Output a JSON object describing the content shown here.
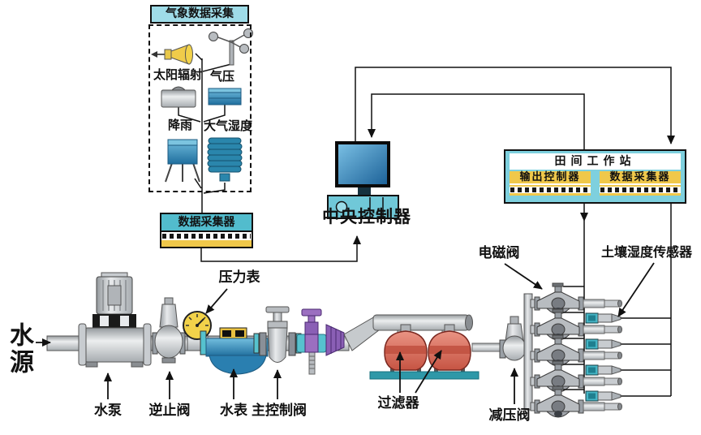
{
  "weather_station": {
    "title": "气象数据采集",
    "solar_label": "太阳辐射",
    "air_pressure_label": "气压",
    "rain_label": "降雨",
    "humidity_label": "大气湿度"
  },
  "data_logger": {
    "label": "数据采集器"
  },
  "central_controller": {
    "label": "中央控制器"
  },
  "field_station": {
    "title": "田间工作站",
    "output_controller_label": "输出控制器",
    "data_collector_label": "数据采集器"
  },
  "pipeline": {
    "water_source_label": "水源",
    "pump_label": "水泵",
    "check_valve_label": "逆止阀",
    "pressure_gauge_label": "压力表",
    "water_meter_label": "水表",
    "main_control_valve_label": "主控制阀",
    "filter_label": "过滤器",
    "pressure_reducing_valve_label": "减压阀",
    "solenoid_valve_label": "电磁阀",
    "soil_moisture_sensor_label": "土壤湿度传感器"
  },
  "colors": {
    "header_teal": "#9fdce8",
    "box_teal": "#52bccd",
    "frame_teal": "#7ed0de",
    "panel_yellow": "#f0c84a",
    "device_blue": "#2a7fb0",
    "filter_red": "#d96a58",
    "platform_teal": "#2e98a8",
    "accent_purple": "#8a5fb5",
    "gauge_yellow": "#f2d24a",
    "line_black": "#111111"
  }
}
